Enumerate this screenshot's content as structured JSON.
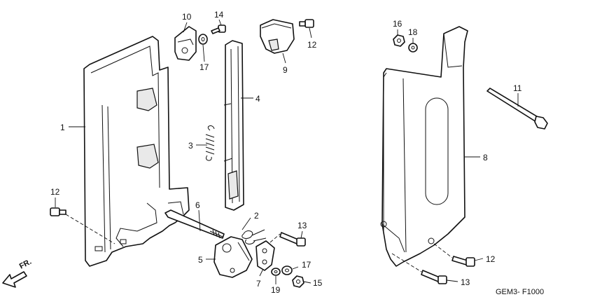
{
  "diagram": {
    "drawing_code": "GEM3- F1000",
    "direction_label": "FR.",
    "callouts": [
      "1",
      "2",
      "3",
      "4",
      "5",
      "6",
      "7",
      "8",
      "9",
      "10",
      "11",
      "12",
      "12",
      "12",
      "13",
      "13",
      "14",
      "15",
      "16",
      "17",
      "17",
      "18",
      "19"
    ]
  }
}
